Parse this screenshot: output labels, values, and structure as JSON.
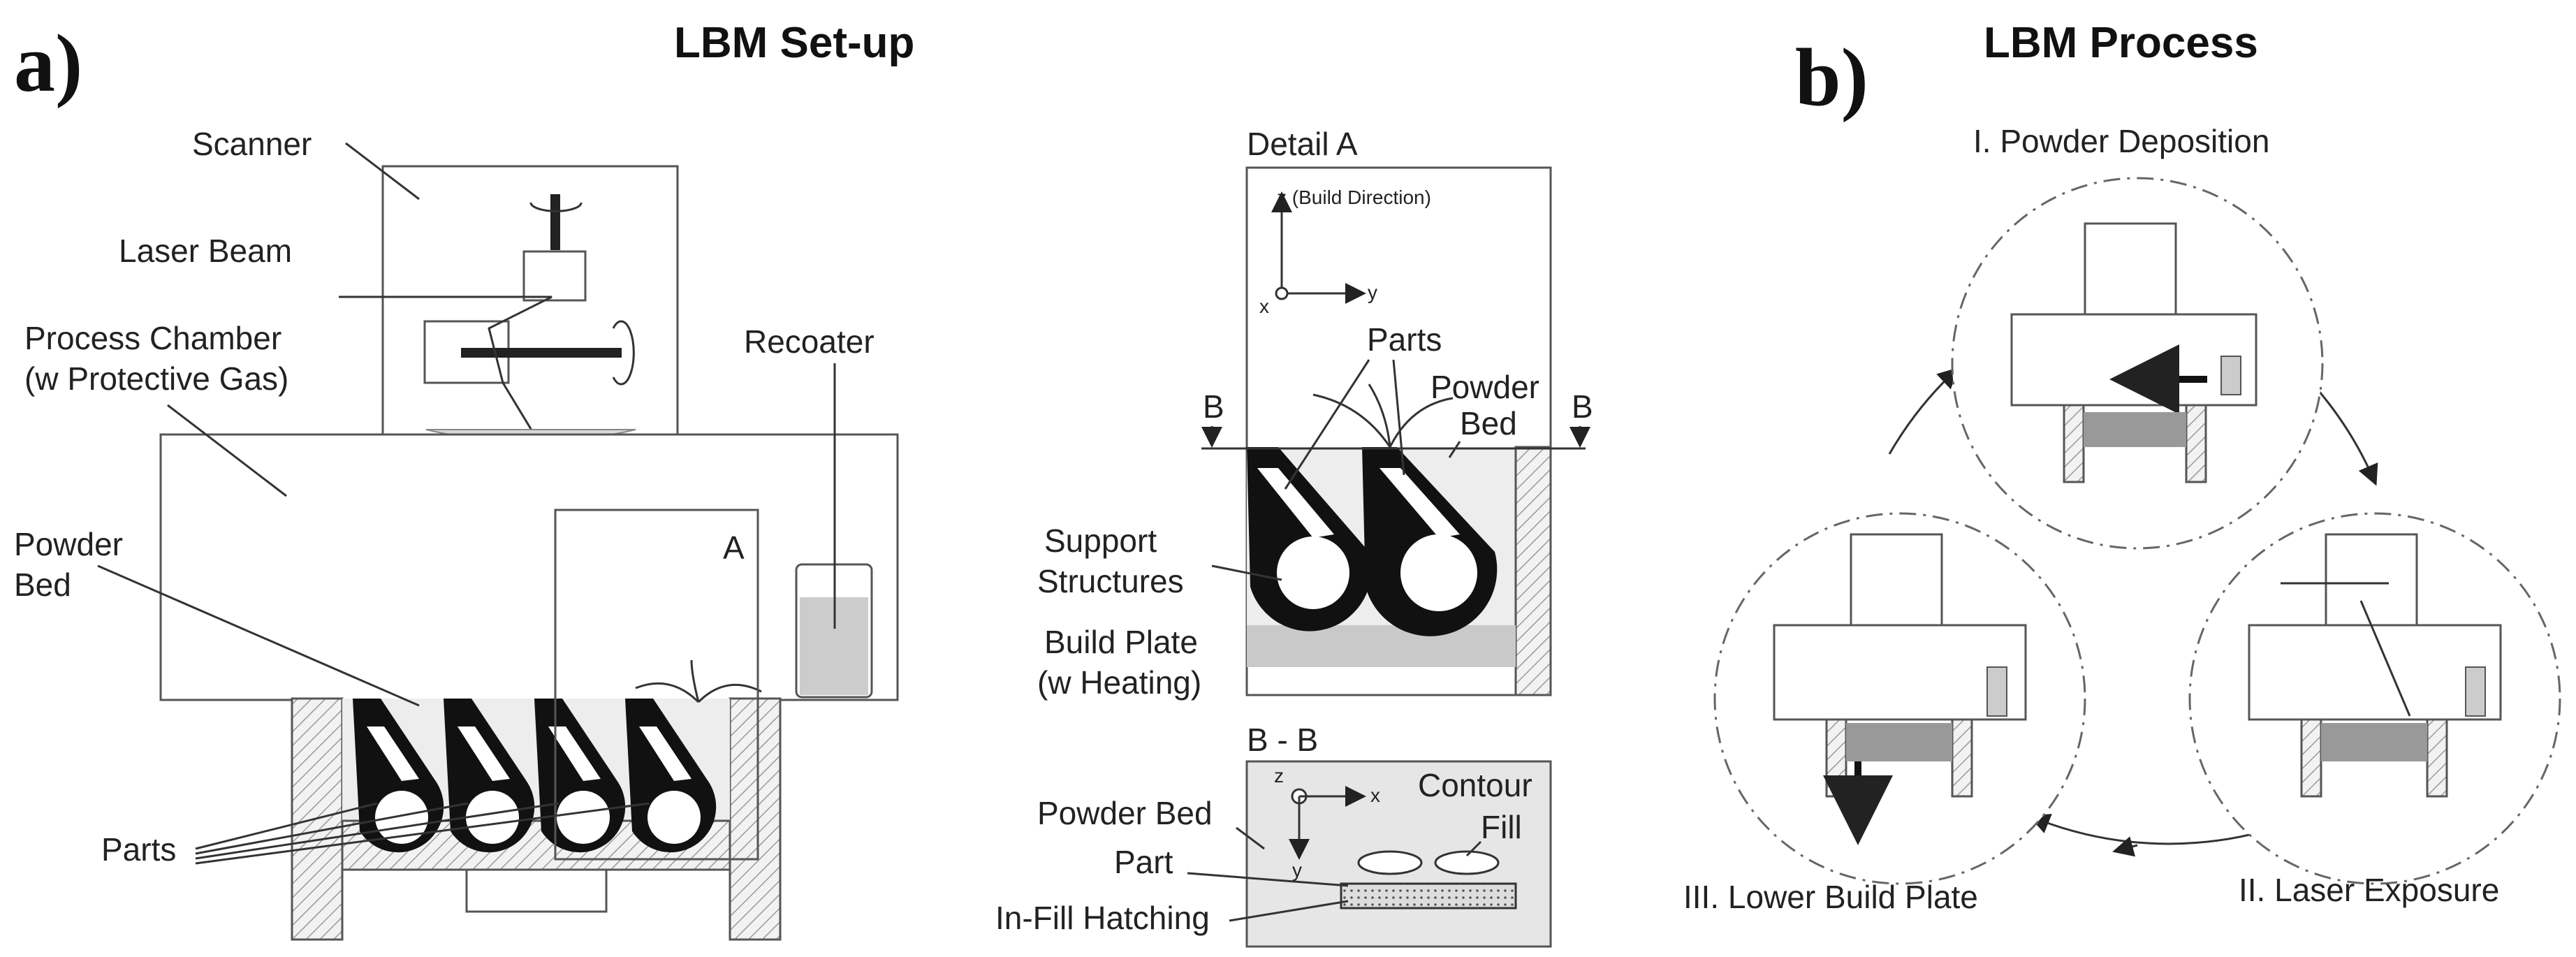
{
  "panel_a": {
    "letter": "a)",
    "title": "LBM Set-up",
    "labels": {
      "scanner": "Scanner",
      "laser_beam": "Laser Beam",
      "process_chamber_1": "Process Chamber",
      "process_chamber_2": "(w Protective Gas)",
      "recoater": "Recoater",
      "powder_bed_1": "Powder",
      "powder_bed_2": "Bed",
      "detail_marker": "A",
      "parts": "Parts"
    }
  },
  "detail_a": {
    "title": "Detail A",
    "axis_z": "z (Build Direction)",
    "axis_x": "x",
    "axis_y": "y",
    "section_left": "B",
    "section_right": "B",
    "parts": "Parts",
    "powder_bed_1": "Powder",
    "powder_bed_2": "Bed",
    "support_1": "Support",
    "support_2": "Structures",
    "build_plate_1": "Build Plate",
    "build_plate_2": "(w Heating)"
  },
  "section_bb": {
    "title": "B - B",
    "axis_z": "z",
    "axis_x": "x",
    "axis_y": "y",
    "contour": "Contour",
    "fill": "Fill",
    "powder_bed": "Powder Bed",
    "part": "Part",
    "infill_hatching": "In-Fill Hatching"
  },
  "panel_b": {
    "letter": "b)",
    "title": "LBM Process",
    "steps": [
      "I. Powder Deposition",
      "II. Laser Exposure",
      "III. Lower Build Plate"
    ]
  }
}
